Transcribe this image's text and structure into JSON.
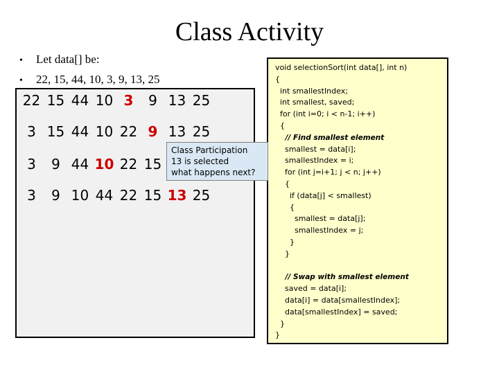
{
  "slide": {
    "title": "Class Activity",
    "bullets": [
      {
        "text": "Let data[] be:"
      },
      {
        "text": "22, 15, 44, 10, 3, 9, 13, 25"
      }
    ]
  },
  "sort_steps": {
    "rows": [
      {
        "cells": [
          {
            "v": "22"
          },
          {
            "v": "15"
          },
          {
            "v": "44"
          },
          {
            "v": "10"
          },
          {
            "v": "3",
            "highlight": true
          },
          {
            "v": "9"
          },
          {
            "v": "13"
          },
          {
            "v": "25"
          }
        ]
      },
      {
        "cells": [
          {
            "v": "3"
          },
          {
            "v": "15"
          },
          {
            "v": "44"
          },
          {
            "v": "10"
          },
          {
            "v": "22"
          },
          {
            "v": "9",
            "highlight": true
          },
          {
            "v": "13"
          },
          {
            "v": "25"
          }
        ]
      },
      {
        "cells": [
          {
            "v": "3"
          },
          {
            "v": "9"
          },
          {
            "v": "44"
          },
          {
            "v": "10",
            "highlight": true
          },
          {
            "v": "22"
          },
          {
            "v": "15"
          }
        ]
      },
      {
        "cells": [
          {
            "v": "3"
          },
          {
            "v": "9"
          },
          {
            "v": "10"
          },
          {
            "v": "44"
          },
          {
            "v": "22"
          },
          {
            "v": "15"
          },
          {
            "v": "13",
            "highlight": true
          },
          {
            "v": "25"
          }
        ]
      }
    ]
  },
  "callout": {
    "lines": [
      "Class Participation",
      "13 is selected",
      "what happens next?"
    ]
  },
  "code_panel": {
    "lines": [
      {
        "text": "void selectionSort(int data[], int n)"
      },
      {
        "text": "{"
      },
      {
        "text": "  int smallestIndex;"
      },
      {
        "text": "  int smallest, saved;"
      },
      {
        "text": "  for (int i=0; i < n-1; i++)"
      },
      {
        "text": "  {"
      },
      {
        "text": "    // Find smallest element",
        "comment": true
      },
      {
        "text": "    smallest = data[i];"
      },
      {
        "text": "    smallestIndex = i;"
      },
      {
        "text": "    for (int j=i+1; j < n; j++)"
      },
      {
        "text": "    {"
      },
      {
        "text": "      if (data[j] < smallest)"
      },
      {
        "text": "      {"
      },
      {
        "text": "        smallest = data[j];"
      },
      {
        "text": "        smallestIndex = j;"
      },
      {
        "text": "      }"
      },
      {
        "text": "    }"
      },
      {
        "text": ""
      },
      {
        "text": "    // Swap with smallest element",
        "comment": true
      },
      {
        "text": "    saved = data[i];"
      },
      {
        "text": "    data[i] = data[smallestIndex];"
      },
      {
        "text": "    data[smallestIndex] = saved;"
      },
      {
        "text": "  }"
      },
      {
        "text": "}"
      }
    ]
  },
  "colors": {
    "highlight_red": "#cc0000",
    "code_bg": "#ffffcc",
    "steps_bg": "#f1f1f1",
    "callout_bg": "#d9e8f4",
    "callout_border": "#7f7f7f"
  }
}
